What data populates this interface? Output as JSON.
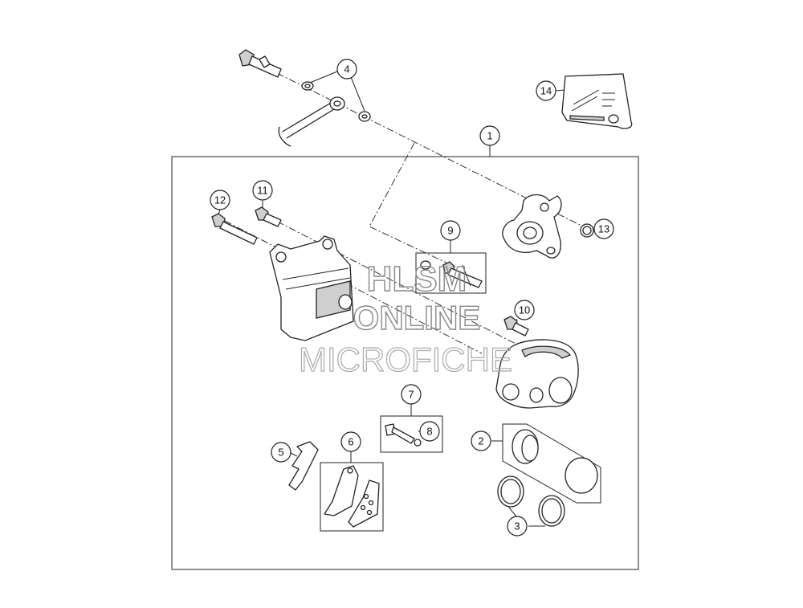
{
  "callouts": [
    {
      "label": "1"
    },
    {
      "label": "2"
    },
    {
      "label": "3"
    },
    {
      "label": "4"
    },
    {
      "label": "5"
    },
    {
      "label": "6"
    },
    {
      "label": "7"
    },
    {
      "label": "8"
    },
    {
      "label": "9"
    },
    {
      "label": "10"
    },
    {
      "label": "11"
    },
    {
      "label": "12"
    },
    {
      "label": "13"
    },
    {
      "label": "14"
    }
  ],
  "watermark": {
    "line1": "HLSM",
    "line2": "ONLINE",
    "line3": "MICROFICHE"
  }
}
